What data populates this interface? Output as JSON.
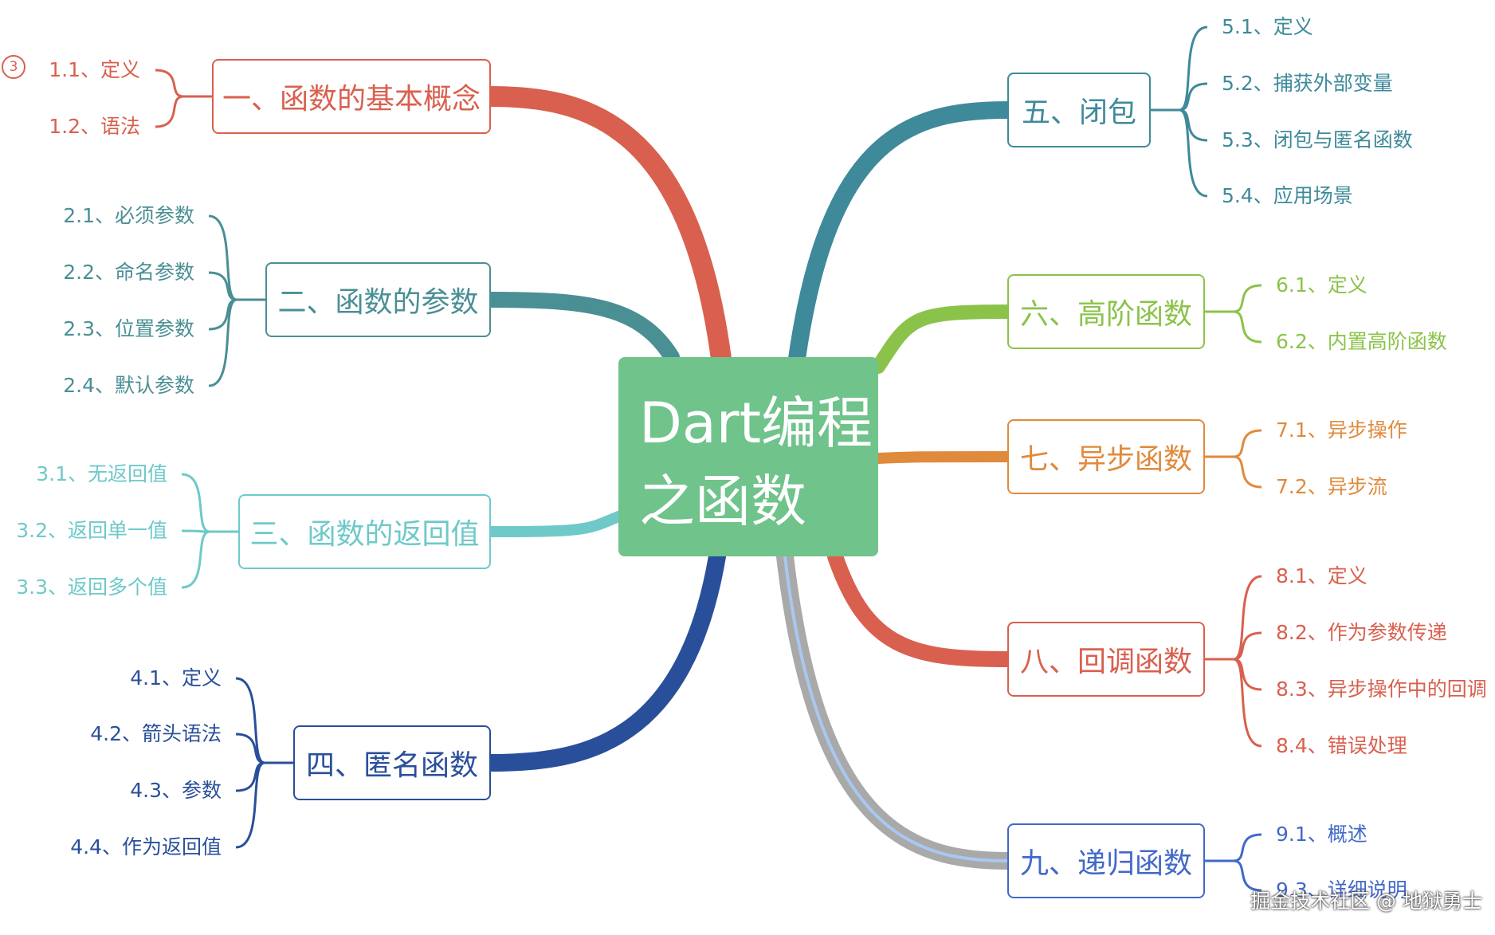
{
  "center": {
    "title_line1": "Dart编程",
    "title_line2": "之函数",
    "color": "#6fc38b"
  },
  "badge": "3",
  "watermark": "掘金技术社区 @ 地狱勇士",
  "topics": [
    {
      "label": "一、函数的基本概念",
      "color": "#d9604f",
      "leaves": [
        "1.1、定义",
        "1.2、语法"
      ]
    },
    {
      "label": "二、函数的参数",
      "color": "#4a8f94",
      "leaves": [
        "2.1、必须参数",
        "2.2、命名参数",
        "2.3、位置参数",
        "2.4、默认参数"
      ]
    },
    {
      "label": "三、函数的返回值",
      "color": "#6fc9c9",
      "leaves": [
        "3.1、无返回值",
        "3.2、返回单一值",
        "3.3、返回多个值"
      ]
    },
    {
      "label": "四、匿名函数",
      "color": "#2a4f9a",
      "leaves": [
        "4.1、定义",
        "4.2、箭头语法",
        "4.3、参数",
        "4.4、作为返回值"
      ]
    },
    {
      "label": "五、闭包",
      "color": "#3e8a9a",
      "leaves": [
        "5.1、定义",
        "5.2、捕获外部变量",
        "5.3、闭包与匿名函数",
        "5.4、应用场景"
      ]
    },
    {
      "label": "六、高阶函数",
      "color": "#8bc34a",
      "leaves": [
        "6.1、定义",
        "6.2、内置高阶函数"
      ]
    },
    {
      "label": "七、异步函数",
      "color": "#e08a3c",
      "leaves": [
        "7.1、异步操作",
        "7.2、异步流"
      ]
    },
    {
      "label": "八、回调函数",
      "color": "#d9604f",
      "leaves": [
        "8.1、定义",
        "8.2、作为参数传递",
        "8.3、异步操作中的回调",
        "8.4、错误处理"
      ]
    },
    {
      "label": "九、递归函数",
      "color": "#4169c8",
      "leaves": [
        "9.1、概述",
        "9.3、详细说明"
      ]
    }
  ]
}
